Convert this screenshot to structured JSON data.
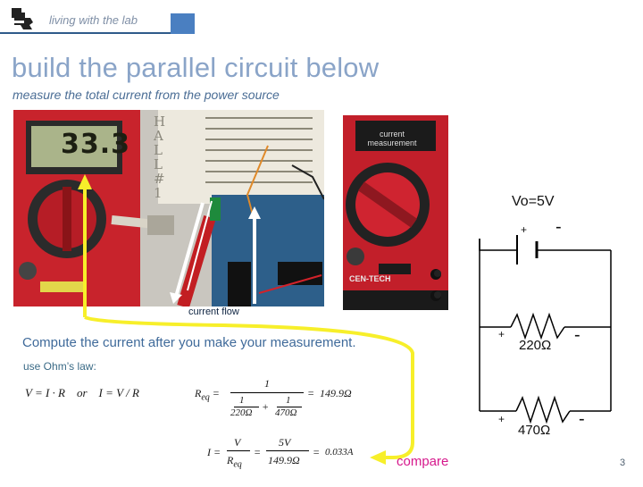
{
  "header": {
    "brand_text": "living with the lab"
  },
  "slide": {
    "title": "build the parallel circuit below",
    "subtitle": "measure the total current from the power source",
    "photo_left": {
      "meter_reading": "33.3",
      "caption": "current flow",
      "breadboard_label": "HALL #1"
    },
    "photo_right": {
      "meter_label": "current measurement",
      "brand": "CEN-TECH"
    },
    "compute_text": "Compute the current after you make your measurement.",
    "ohm_label": "use Ohm’s law:",
    "compare_label": "compare",
    "page_number": "3"
  },
  "circuit": {
    "source_label": "Vo=5V",
    "r1_label": "220Ω",
    "r2_label": "470Ω",
    "plus": "+",
    "minus": "-"
  },
  "formulas": {
    "ohm": "V = I · R    or    I = V / R",
    "req_result": "149.9Ω",
    "i_result": "0.033A",
    "r1": "220Ω",
    "r2": "470Ω",
    "five_v": "5V",
    "req_den": "149.9Ω",
    "one": "1"
  },
  "colors": {
    "header_bar": "#2e5b8a",
    "header_box": "#4a7fc1",
    "title": "#8aa4c8",
    "arrow_yellow": "#f7ef2a",
    "compare": "#d6188c"
  }
}
